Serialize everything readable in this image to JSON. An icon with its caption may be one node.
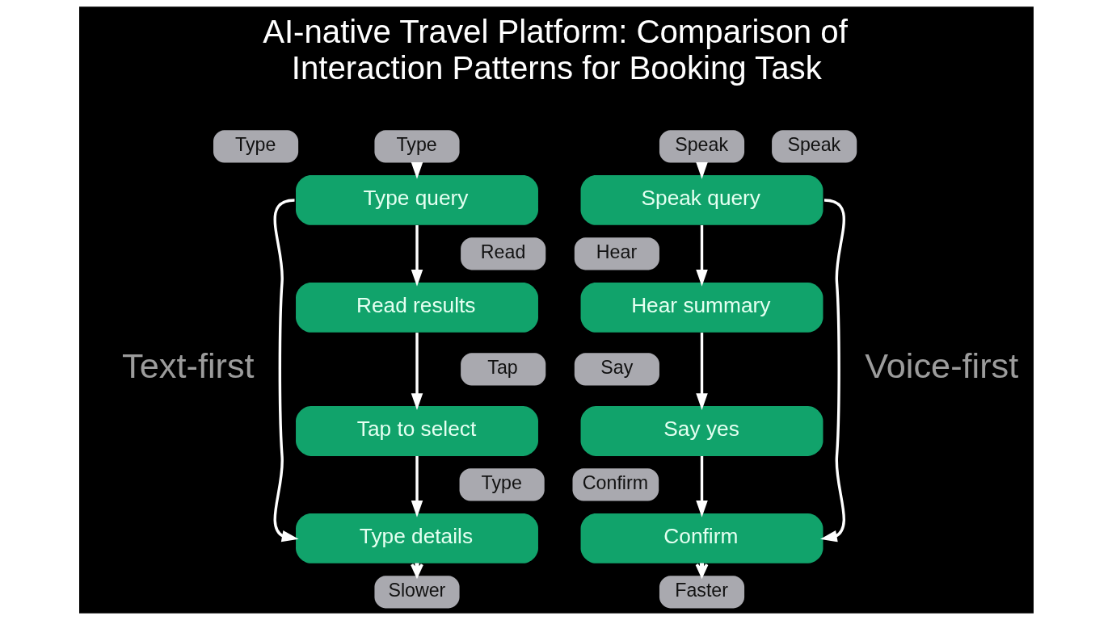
{
  "diagram": {
    "title": "AI-native Travel Platform: Comparison of Interaction Patterns for Booking Task",
    "nodes": [
      {
        "text": [
          "Type"
        ]
      },
      {
        "text": [
          "Type"
        ]
      },
      {
        "text": [
          "Type query"
        ]
      },
      {
        "text": [
          "Read"
        ]
      },
      {
        "text": [
          "Read results"
        ]
      },
      {
        "text": [
          "Tap"
        ]
      },
      {
        "text": [
          "Tap to select"
        ]
      },
      {
        "text": [
          "Type"
        ]
      },
      {
        "text": [
          "Type details"
        ]
      },
      {
        "text": [
          "Slower"
        ]
      },
      {
        "text": [
          "Speak"
        ]
      },
      {
        "text": [
          "Speak"
        ]
      },
      {
        "text": [
          "Speak query"
        ]
      },
      {
        "text": [
          "Hear"
        ]
      },
      {
        "text": [
          "Hear summary"
        ]
      },
      {
        "text": [
          "Say"
        ]
      },
      {
        "text": [
          "Say yes"
        ]
      },
      {
        "text": [
          "Confirm"
        ]
      },
      {
        "text": [
          "Confirm"
        ]
      },
      {
        "text": [
          "Faster"
        ]
      }
    ],
    "edges": [
      {
        "from": 1,
        "to": 2,
        "arrow": "to"
      },
      {
        "from": 2,
        "to": 4,
        "arrow": "to"
      },
      {
        "from": 4,
        "to": 6,
        "arrow": "to"
      },
      {
        "from": 6,
        "to": 8,
        "arrow": "to"
      },
      {
        "from": 2,
        "to": 8,
        "arrow": "to"
      },
      {
        "from": 8,
        "to": 9,
        "arrow": "to",
        "style": "dashed"
      },
      {
        "from": 10,
        "to": 12,
        "arrow": "to"
      },
      {
        "from": 12,
        "to": 14,
        "arrow": "to"
      },
      {
        "from": 14,
        "to": 16,
        "arrow": "to"
      },
      {
        "from": 16,
        "to": 18,
        "arrow": "to"
      },
      {
        "from": 12,
        "to": 18,
        "arrow": "to"
      },
      {
        "from": 18,
        "to": 19,
        "arrow": "to",
        "style": "dashed"
      }
    ],
    "labels": [
      "Text-first",
      "Voice-first"
    ]
  }
}
